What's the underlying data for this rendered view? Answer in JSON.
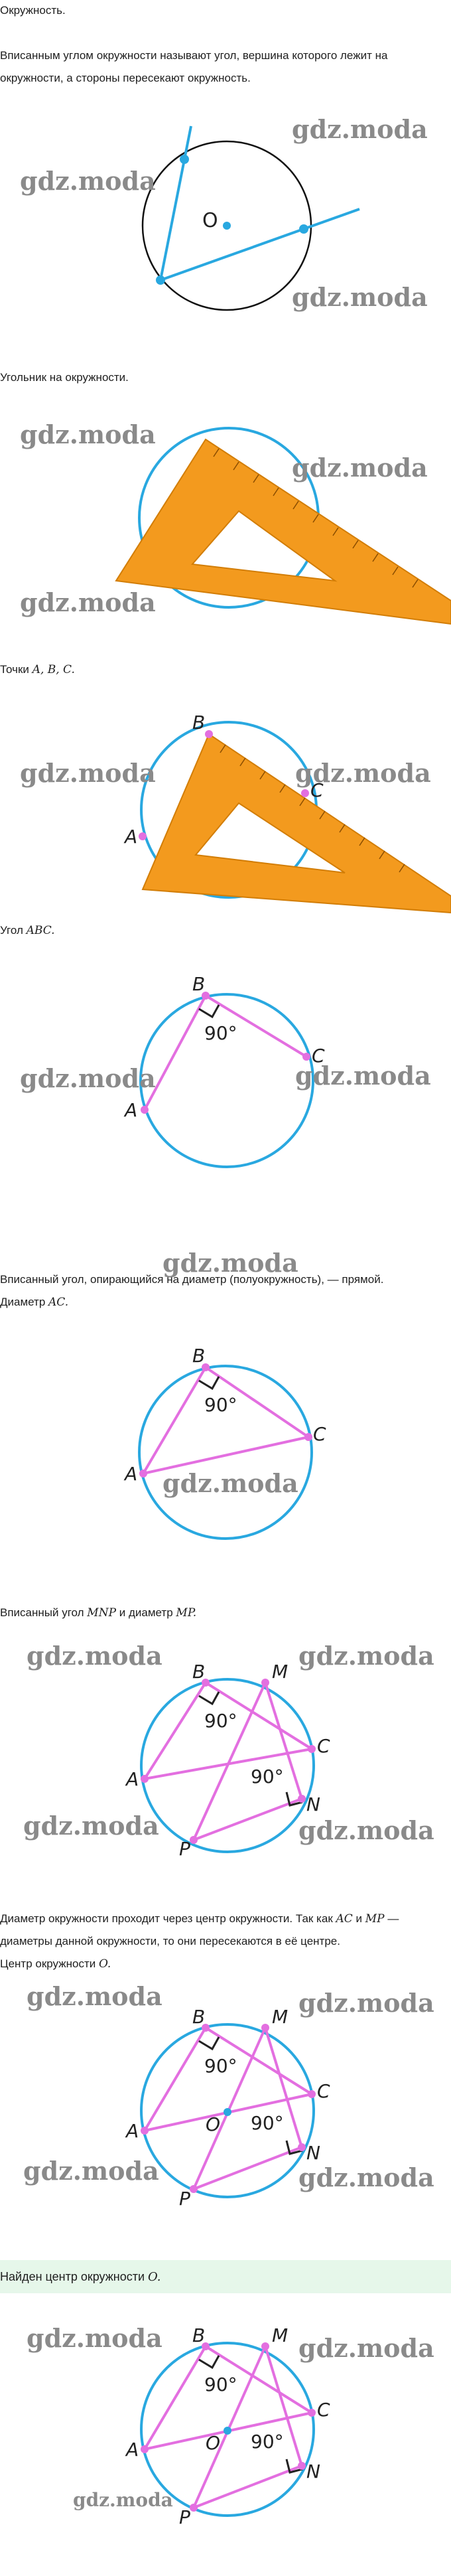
{
  "texts": {
    "t1": "Окружность.",
    "t2a": "Вписанным углом окружности называют угол, вершина которого лежит на",
    "t2b": "окружности, а стороны пересекают окружность.",
    "t3": "Угольник на окружности.",
    "t4_prefix": "Точки",
    "t4_math": "A,  B,  C.",
    "t5_prefix": "Угол",
    "t5_math": "ABC.",
    "t6": "Вписанный угол, опирающийся на диаметр (полуокружность), — прямой.",
    "t7_prefix": "Диаметр",
    "t7_math": "AC.",
    "t8_a": "Вписанный угол",
    "t8_m1": "MNP",
    "t8_b": "и диаметр",
    "t8_m2": "MP.",
    "t9a_a": "Диаметр окружности проходит через центр окружности. Так как",
    "t9a_m1": "AC",
    "t9a_b": "и",
    "t9a_m2": "MP",
    "t9a_c": "—",
    "t9b": "диаметры данной окружности, то они пересекаются в её центре.",
    "t10_prefix": "Центр окружности",
    "t10_math": "O.",
    "t11_prefix": "Найден центр окружности",
    "t11_math": "O."
  },
  "watermark": "gdz.moda",
  "labels": {
    "O": "O",
    "A": "A",
    "B": "B",
    "C": "C",
    "M": "M",
    "N": "N",
    "P": "P",
    "deg90": "90°"
  },
  "colors": {
    "circle": "#29a8e0",
    "chord": "#e36fe0",
    "ruler": "#f39a1e",
    "band": "#e6f7ea"
  }
}
